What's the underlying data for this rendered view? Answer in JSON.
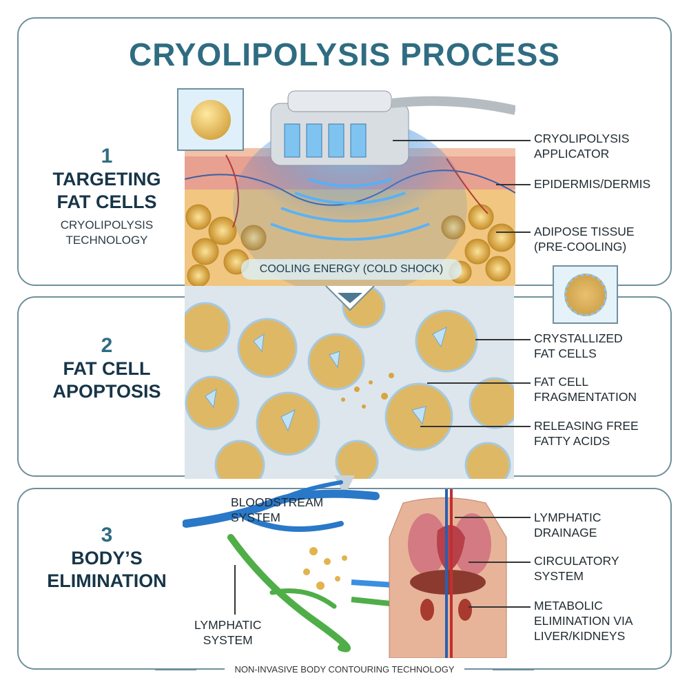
{
  "title": "CRYOLIPOLYSIS PROCESS",
  "steps": [
    {
      "number": "1",
      "heading_l1": "TARGETING",
      "heading_l2": "FAT CELLS",
      "sub_l1": "CRYOLIPOLYSIS",
      "sub_l2": "TECHNOLOGY"
    },
    {
      "number": "2",
      "heading_l1": "FAT CELL",
      "heading_l2": "APOPTOSIS"
    },
    {
      "number": "3",
      "heading_l1": "BODY’S",
      "heading_l2": "ELIMINATION"
    }
  ],
  "panel1_labels": [
    {
      "l1": "Cryolipolysis",
      "l2": "Applicator"
    },
    {
      "l1": "Epidermis/Dermis",
      "l2": ""
    },
    {
      "l1": "Adipose Tissue",
      "l2": "(Pre-Cooling)"
    }
  ],
  "cooling_caption": "COOLING ENERGY (COLD SHOCK)",
  "panel2_labels": [
    {
      "l1": "Crystallized",
      "l2": "Fat Cells"
    },
    {
      "l1": "Fat Cell",
      "l2": "Fragmentation"
    },
    {
      "l1": "Releasing Free",
      "l2": "Fatty Acids"
    }
  ],
  "panel3_labels": [
    {
      "l1": "Lymphatic",
      "l2": "Drainage"
    },
    {
      "l1": "Circulatory",
      "l2": "System"
    },
    {
      "l1": "Metabolic",
      "l2": "Elimination via",
      "l3": "Liver/Kidneys"
    }
  ],
  "bloodstream_label": {
    "l1": "BLOODSTREAM",
    "l2": "SYSTEM"
  },
  "lymphatic_label": {
    "l1": "LYMPHATIC",
    "l2": "SYSTEM"
  },
  "footer": "NON-INVASIVE BODY CONTOURING TECHNOLOGY",
  "colors": {
    "accent": "#2f6c82",
    "border": "#6f8f9c",
    "fat": "#e2b34e",
    "cold": "#3a8fe0"
  }
}
